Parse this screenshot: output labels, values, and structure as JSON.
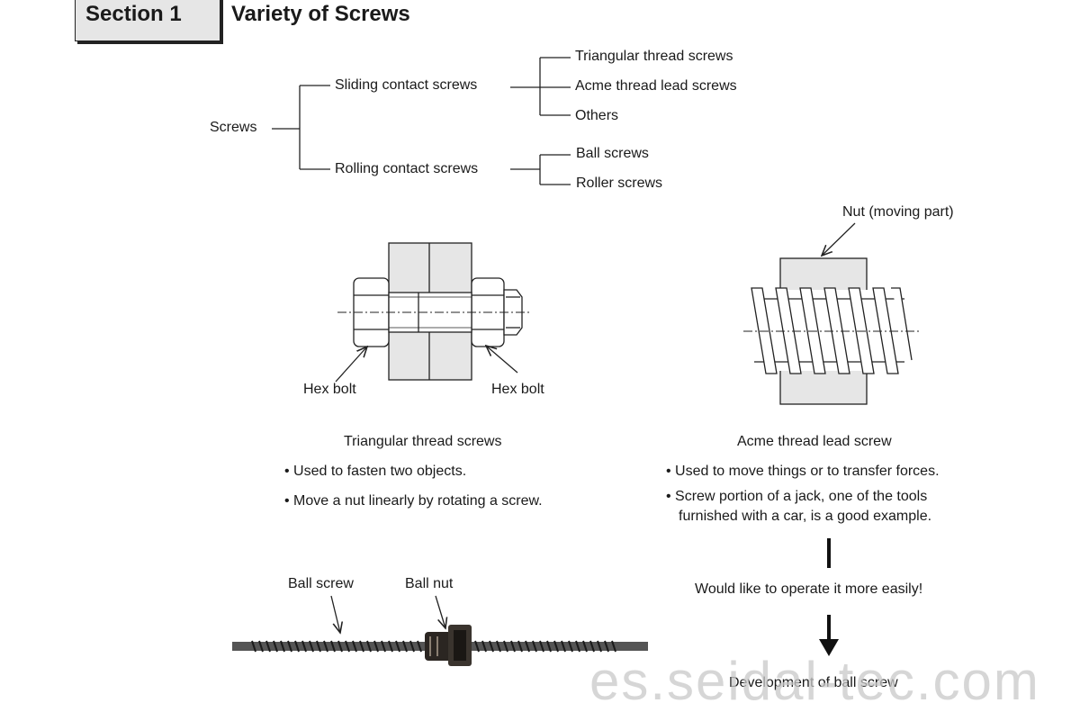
{
  "header": {
    "section_label": "Section 1",
    "title": "Variety of Screws"
  },
  "tree": {
    "root": "Screws",
    "sliding": {
      "label": "Sliding contact screws",
      "children": [
        "Triangular thread screws",
        "Acme thread lead screws",
        "Others"
      ]
    },
    "rolling": {
      "label": "Rolling contact screws",
      "children": [
        "Ball screws",
        "Roller screws"
      ]
    }
  },
  "triangular": {
    "hex_left": "Hex bolt",
    "hex_right": "Hex bolt",
    "caption": "Triangular thread screws",
    "bullets": [
      "• Used to fasten two objects.",
      "• Move a nut linearly by rotating a screw."
    ]
  },
  "acme": {
    "nut_label": "Nut (moving part)",
    "caption": "Acme thread lead screw",
    "bullet1": "• Used to move things or to transfer forces.",
    "bullet2_line1": "• Screw portion of a jack, one of the tools",
    "bullet2_line2": "furnished with a car, is a good example."
  },
  "ballscrew": {
    "screw_label": "Ball screw",
    "nut_label": "Ball nut"
  },
  "flow": {
    "wish": "Would like to operate it more easily!",
    "result": "Development of ball screw"
  },
  "watermark": "es.seidal-tec.com"
}
